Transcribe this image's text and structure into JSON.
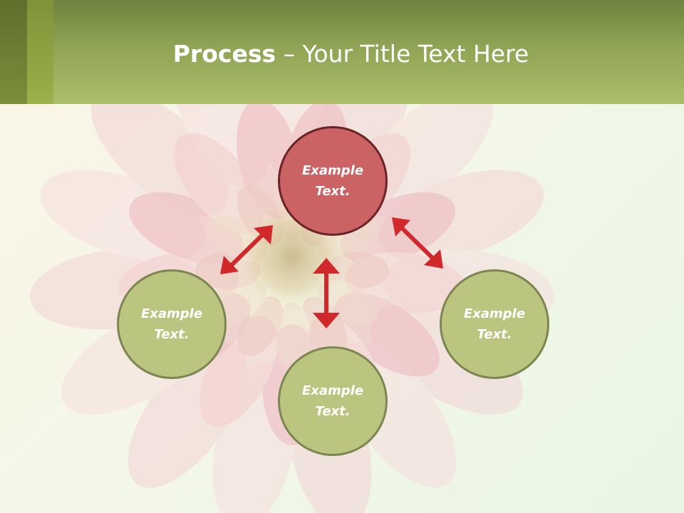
{
  "slide": {
    "title_bold": "Process",
    "title_rest": " – Your Title Text Here"
  },
  "nodes": {
    "top": {
      "line1": "Example",
      "line2": "Text."
    },
    "left": {
      "line1": "Example",
      "line2": "Text."
    },
    "right": {
      "line1": "Example",
      "line2": "Text."
    },
    "bottom": {
      "line1": "Example",
      "line2": "Text."
    }
  },
  "colors": {
    "header": "#9cb04b",
    "node_green": "#bcc57f",
    "node_red": "#cb6264",
    "arrow": "#d1282c"
  }
}
